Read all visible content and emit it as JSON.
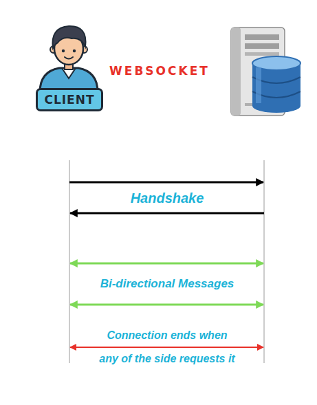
{
  "diagram": {
    "title": "WEBSOCKET",
    "nodes": [
      {
        "text": [
          "CLIENT"
        ]
      }
    ],
    "labels": [
      "Handshake",
      "Bi-directional Messages",
      "Connection ends when",
      "any of the side requests it"
    ]
  }
}
